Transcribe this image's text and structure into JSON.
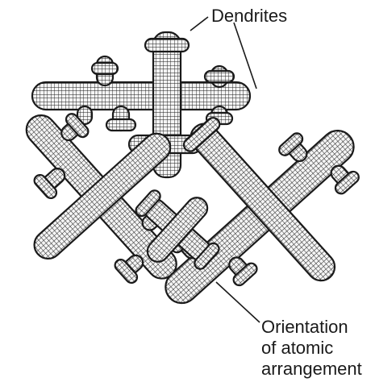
{
  "labels": {
    "dendrites": "Dendrites",
    "orientation_lines": [
      "Orientation",
      "of atomic",
      "arrangement"
    ]
  },
  "colors": {
    "ink": "#1a1a1a",
    "background": "#ffffff",
    "crystal_fill": "#f4f4f4"
  },
  "grains": [
    {
      "id": "top",
      "branch_count": 8
    },
    {
      "id": "left",
      "branch_count": 8
    },
    {
      "id": "right",
      "branch_count": 8
    },
    {
      "id": "center",
      "branch_count": 4
    }
  ]
}
